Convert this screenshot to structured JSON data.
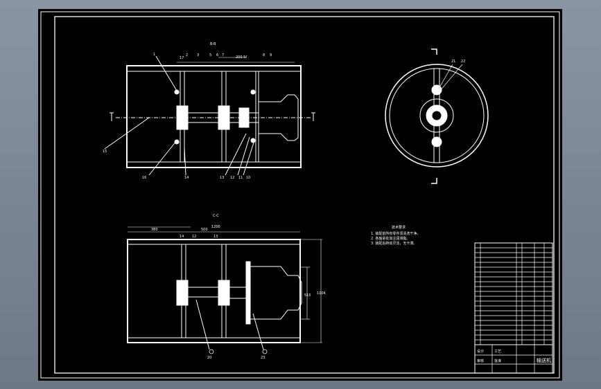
{
  "colors": {
    "background": "#000000",
    "ink": "#ffffff",
    "frame": "#8a95a3"
  },
  "views": {
    "top": {
      "section_mark": "B-B",
      "dims": [
        "17",
        "2",
        "3",
        "5",
        "6",
        "7",
        "200 5f",
        "8",
        "9"
      ],
      "leaders": [
        "1",
        "16",
        "15",
        "14",
        "13",
        "12",
        "11",
        "10"
      ]
    },
    "side": {
      "leaders": [
        "21",
        "22"
      ]
    },
    "bottom": {
      "section_mark": "C-C",
      "dims": [
        "380",
        "500",
        "1200",
        "14",
        "12",
        "13"
      ],
      "vertical_dims": [
        "515",
        "1104"
      ],
      "leaders": [
        "20",
        "23"
      ]
    }
  },
  "notes": {
    "title": "技术要求",
    "lines": [
      "1. 装配前所有零件须清洗干净。",
      "2. 各轴承处加注润滑脂。",
      "3. 装配后转动灵活，无卡滞。"
    ]
  },
  "title_block": {
    "drawing_name": "输送机",
    "bottom_labels": [
      "设计",
      "审核",
      "工艺",
      "批准"
    ]
  }
}
